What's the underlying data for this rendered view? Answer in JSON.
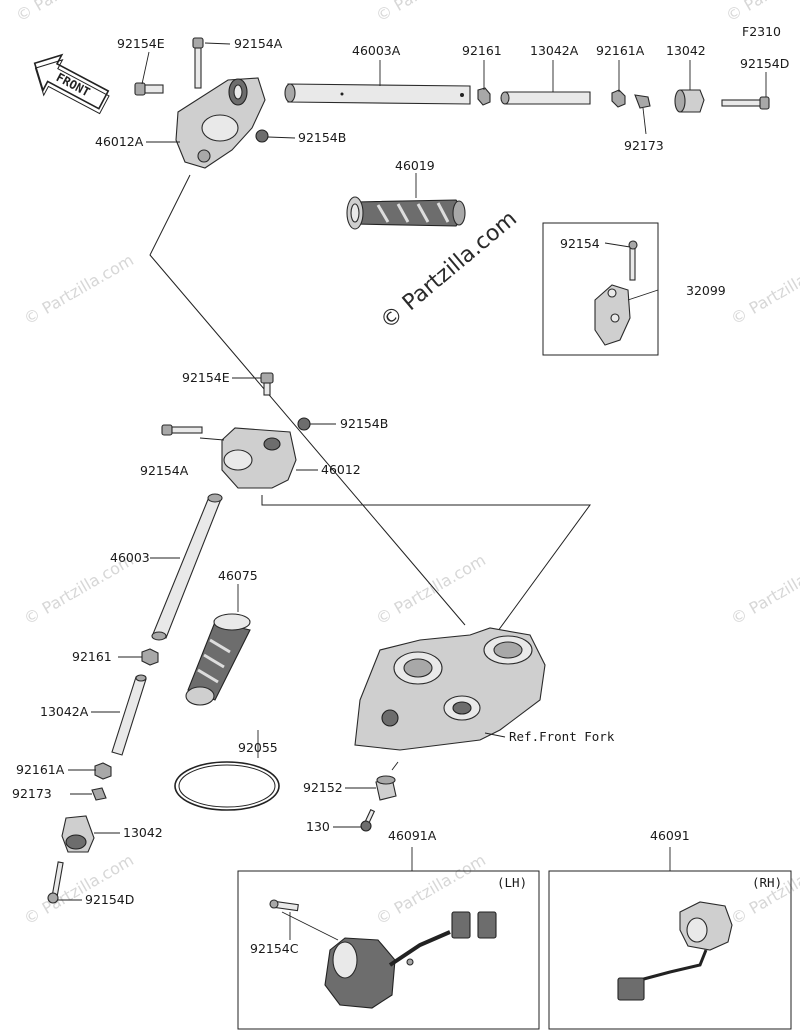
{
  "diagram": {
    "code": "F2310",
    "front_label": "FRONT",
    "watermark_center": "© Partzilla.com",
    "watermark_small": "© Partzilla.com",
    "labels": {
      "p92154E_top": "92154E",
      "p92154A_top": "92154A",
      "p46003A": "46003A",
      "p92161_top": "92161",
      "p13042A_top": "13042A",
      "p92161A_top": "92161A",
      "p13042_top": "13042",
      "p92154D_top": "92154D",
      "p46012A": "46012A",
      "p92154B_top": "92154B",
      "p92173_top": "92173",
      "p46019": "46019",
      "p92154_box": "92154",
      "p32099": "32099",
      "p92154E_mid": "92154E",
      "p92154B_mid": "92154B",
      "p92154A_mid": "92154A",
      "p46012": "46012",
      "p46003": "46003",
      "p46075": "46075",
      "p92161_low": "92161",
      "p13042A_low": "13042A",
      "p92055": "92055",
      "p92161A_low": "92161A",
      "p92173_low": "92173",
      "p13042_low": "13042",
      "p92154D_low": "92154D",
      "p92152": "92152",
      "p130": "130",
      "p46091A": "46091A",
      "p46091": "46091",
      "p92154C": "92154C",
      "ref_front_fork": "Ref.Front Fork",
      "lh": "(LH)",
      "rh": "(RH)"
    }
  }
}
